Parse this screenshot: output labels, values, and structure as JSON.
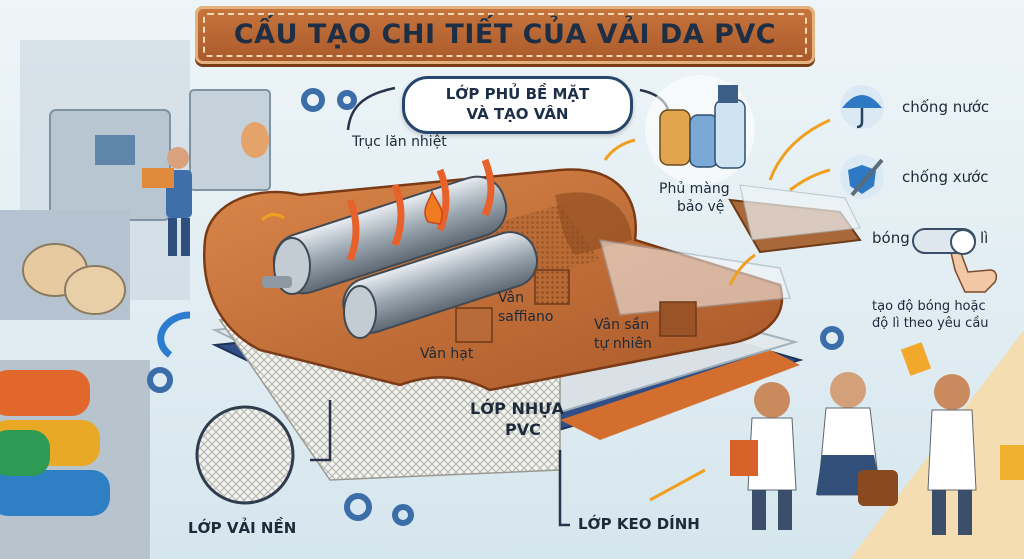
{
  "title": "CẤU TẠO CHI TIẾT CỦA VẢI DA PVC",
  "top_layer": {
    "line1": "LỚP PHỦ BỀ MẶT",
    "line2": "VÀ TẠO VÂN"
  },
  "labels": {
    "heat_roller": "Trục lăn nhiệt",
    "grain": "Vân hạt",
    "saffiano_line1": "Vân",
    "saffiano_line2": "saffiano",
    "natural_line1": "Vân sần",
    "natural_line2": "tự nhiên",
    "coating_line1": "Phủ màng",
    "coating_line2": "bảo vệ",
    "pvc_line1": "LỚP NHỰA",
    "pvc_line2": "PVC",
    "base_fabric": "LỚP VẢI NỀN",
    "adhesive": "LỚP KEO DÍNH"
  },
  "features": {
    "waterproof": "chống nước",
    "scratch": "chống xước",
    "glossy": "bóng",
    "matte": "lì",
    "gloss_note_line1": "tạo độ bóng hoặc",
    "gloss_note_line2": "độ lì theo yêu cầu"
  },
  "icons": [
    "umbrella-icon",
    "sword-shield-icon",
    "toggle-switch-icon",
    "pointing-hand-icon",
    "gear-icon",
    "spray-bottle-icon",
    "flame-icon"
  ],
  "colors": {
    "leather": "#c0703a",
    "leather_dark": "#8c4a20",
    "pvc_layer": "#dfe6ea",
    "adhesive_layer": "#2f4f86",
    "banner": "#b9652f",
    "title_text": "#1e2f45",
    "accent_arrow": "#f0a020"
  }
}
